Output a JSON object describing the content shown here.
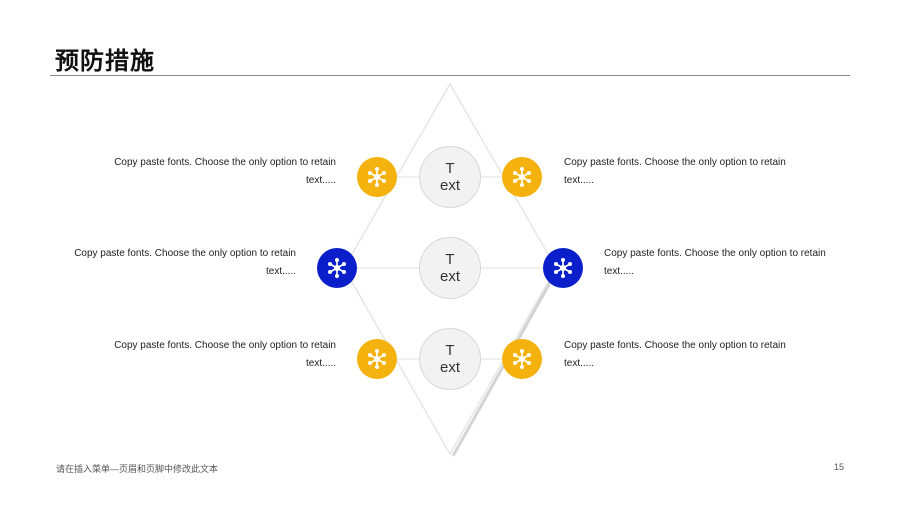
{
  "slide": {
    "title": "预防措施",
    "footer": "请在插入菜单—页眉和页脚中修改此文本",
    "page_number": "15"
  },
  "hubs": [
    {
      "label": "T ext"
    },
    {
      "label": "T ext"
    },
    {
      "label": "T ext"
    }
  ],
  "items": [
    {
      "text": "Copy paste fonts. Choose the only option to retain text.....",
      "color": "#f5b20f",
      "icon": "network-icon"
    },
    {
      "text": "Copy paste fonts. Choose the only option to retain text.....",
      "color": "#f5b20f",
      "icon": "network-icon"
    },
    {
      "text": "Copy paste fonts. Choose the only option to retain text.....",
      "color": "#0a1fc9",
      "icon": "network-icon"
    },
    {
      "text": "Copy paste fonts. Choose the only option to retain text.....",
      "color": "#0a1fc9",
      "icon": "network-icon"
    },
    {
      "text": "Copy paste fonts. Choose the only option to retain text.....",
      "color": "#f5b20f",
      "icon": "network-icon"
    },
    {
      "text": "Copy paste fonts. Choose the only option to retain text.....",
      "color": "#f5b20f",
      "icon": "network-icon"
    }
  ]
}
